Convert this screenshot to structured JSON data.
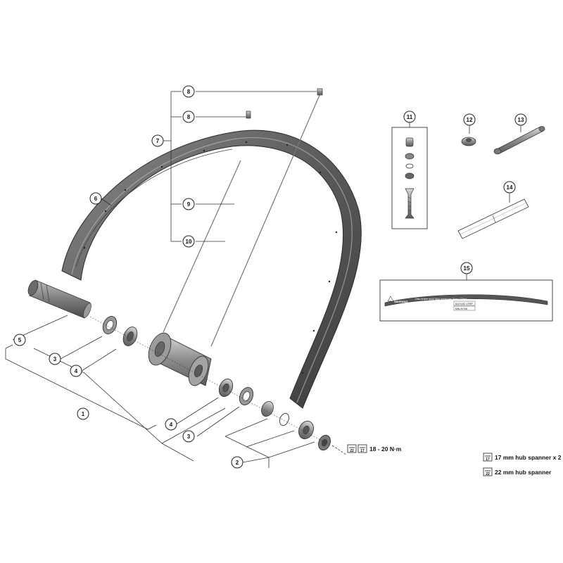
{
  "callouts": {
    "c1": "1",
    "c2": "2",
    "c3a": "3",
    "c3b": "3",
    "c4a": "4",
    "c4b": "4",
    "c5": "5",
    "c6": "6",
    "c7": "7",
    "c8a": "8",
    "c8b": "8",
    "c9": "9",
    "c10": "10",
    "c11": "11",
    "c12": "12",
    "c13": "13",
    "c14": "14",
    "c15": "15"
  },
  "torque": {
    "tool_a": "22",
    "tool_b": "17",
    "value": "18 - 20 N·m"
  },
  "legend": {
    "item1": {
      "tool": "17",
      "label": "17 mm hub spanner x 2"
    },
    "item2": {
      "tool": "22",
      "label": "22 mm hub spanner"
    }
  },
  "rim_tape_label": {
    "warning": "WARNING",
    "line1": "Disc brake only! Max pressure: 5bar / 72psi",
    "line2": "622×15C CFRP",
    "line3": "MALAYSIA"
  }
}
